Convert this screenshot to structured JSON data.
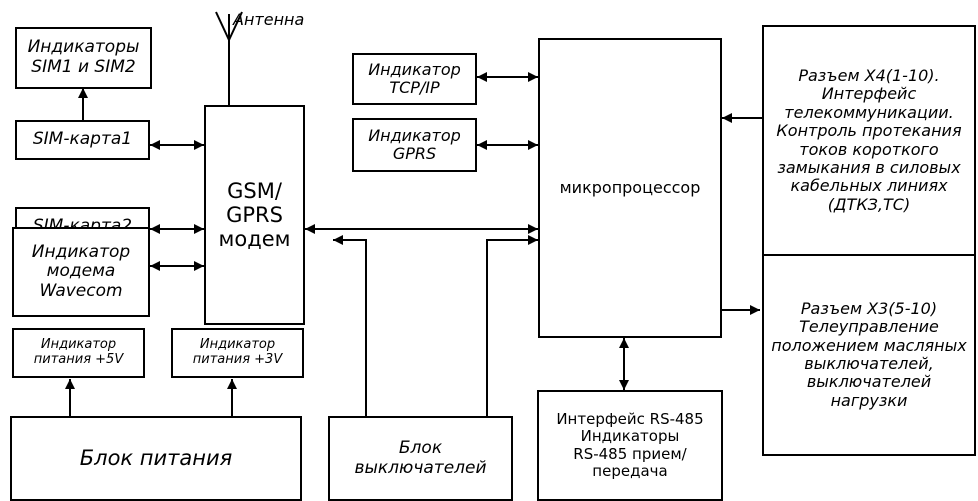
{
  "antenna": {
    "label": "Антенна"
  },
  "blocks": {
    "sim_indicators": {
      "lines": [
        "Индикаторы",
        "SIM1 и SIM2"
      ]
    },
    "sim_card1": {
      "lines": [
        "SIM-карта1"
      ]
    },
    "sim_card2": {
      "lines": [
        "SIM-карта2"
      ]
    },
    "modem_indicator": {
      "lines": [
        "Индикатор",
        "модема",
        "Wavecom"
      ]
    },
    "gsm_modem": {
      "lines": [
        "GSM/",
        "GPRS",
        "модем"
      ]
    },
    "power_5v_indicator": {
      "lines": [
        "Индикатор",
        "питания +5V"
      ]
    },
    "power_3v_indicator": {
      "lines": [
        "Индикатор",
        "питания +3V"
      ]
    },
    "power_supply": {
      "lines": [
        "Блок питания"
      ]
    },
    "switch_block": {
      "lines": [
        "Блок",
        "выключателей"
      ]
    },
    "tcp_indicator": {
      "lines": [
        "Индикатор",
        "TCP/IP"
      ]
    },
    "gprs_indicator": {
      "lines": [
        "Индикатор",
        "GPRS"
      ]
    },
    "microprocessor": {
      "lines": [
        "микропроцессор"
      ]
    },
    "rs485": {
      "lines": [
        "Интерфейс RS-485",
        "Индикаторы",
        "RS-485 прием/",
        "передача"
      ]
    },
    "connector_x4": {
      "lines": [
        "Разъем X4(1-10).",
        "Интерфейс",
        "телекоммуникации.",
        "Контроль протекания",
        "токов короткого",
        "замыкания в силовых",
        "кабельных линиях",
        "(ДТКЗ,ТС)"
      ]
    },
    "connector_x3": {
      "lines": [
        "Разъем X3(5-10)",
        "Телеуправление",
        "положением масляных",
        "выключателей,",
        "выключателей",
        "нагрузки"
      ]
    }
  }
}
